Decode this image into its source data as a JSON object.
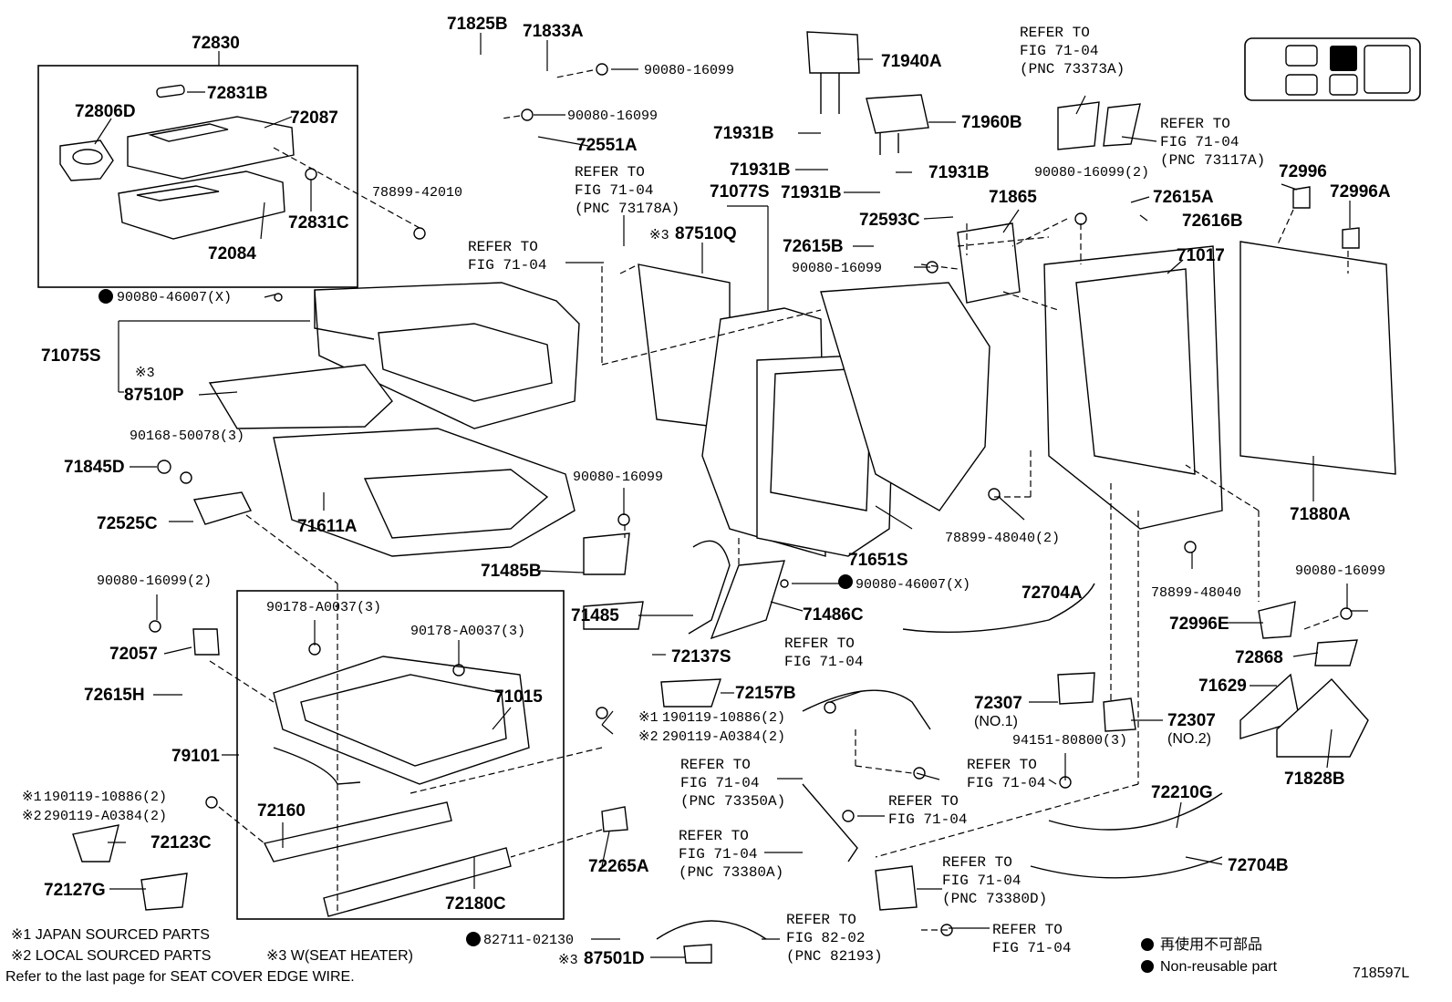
{
  "labels": {
    "l72830": "72830",
    "l72831B": "72831B",
    "l72806D": "72806D",
    "l72087": "72087",
    "l78899_42010": "78899-42010",
    "l72831C": "72831C",
    "l72084": "72084",
    "l71825B": "71825B",
    "l71833A": "71833A",
    "l90080_16099_a": "90080-16099",
    "l90080_16099_b": "90080-16099",
    "l72551A": "72551A",
    "l71940A": "71940A",
    "l71931B_a": "71931B",
    "l71960B": "71960B",
    "l71931B_b": "71931B",
    "l71931B_c": "71931B",
    "l71931B_d": "71931B",
    "l71077S": "71077S",
    "l87510Q": "87510Q",
    "l72593C": "72593C",
    "l71865": "71865",
    "l90080_16099_2a": "90080-16099(2)",
    "l72615A": "72615A",
    "l72616B": "72616B",
    "l72996": "72996",
    "l72996A": "72996A",
    "l72615B": "72615B",
    "l90080_16099_c": "90080-16099",
    "l71017": "71017",
    "l90080_46007X_a": "90080-46007(X)",
    "l71075S": "71075S",
    "l87510P": "87510P",
    "l90168_50078": "90168-50078(3)",
    "l71845D": "71845D",
    "l72525C": "72525C",
    "l71611A": "71611A",
    "l90080_16099_d": "90080-16099",
    "l71485B": "71485B",
    "l71651S": "71651S",
    "l78899_48040_2": "78899-48040(2)",
    "l71880A": "71880A",
    "l90080_16099_2b": "90080-16099(2)",
    "l90178_a": "90178-A0037(3)",
    "l90178_b": "90178-A0037(3)",
    "l72057": "72057",
    "l72615H": "72615H",
    "l71015": "71015",
    "l79101": "79101",
    "l71485": "71485",
    "l90080_46007X_b": "90080-46007(X)",
    "l71486C": "71486C",
    "l72704A": "72704A",
    "l78899_48040": "78899-48040",
    "l90080_16099_e": "90080-16099",
    "l72996E": "72996E",
    "l72868": "72868",
    "l72137S": "72137S",
    "l72157B": "72157B",
    "l90119_1a": "190119-10886(2)",
    "l90119_2a": "290119-A0384(2)",
    "l72307_1": "72307",
    "l72307_1n": "(NO.1)",
    "l94151": "94151-80800(3)",
    "l72307_2": "72307",
    "l72307_2n": "(NO.2)",
    "l71629": "71629",
    "l71828B": "71828B",
    "l90119_1b": "190119-10886(2)",
    "l90119_2b": "290119-A0384(2)",
    "l72160": "72160",
    "l72123C": "72123C",
    "l72127G": "72127G",
    "l72180C": "72180C",
    "l72265A": "72265A",
    "l72210G": "72210G",
    "l72704B": "72704B",
    "l82711": "82711-02130",
    "l87501D": "87501D",
    "l718597L": "718597L"
  },
  "refers": {
    "r1": [
      "REFER TO",
      "FIG 71-04",
      "(PNC 73373A)"
    ],
    "r2": [
      "REFER TO",
      "FIG 71-04",
      "(PNC 73117A)"
    ],
    "r3": [
      "REFER TO",
      "FIG 71-04",
      "(PNC 73178A)"
    ],
    "r4": [
      "REFER TO",
      "FIG 71-04"
    ],
    "r5": [
      "REFER TO",
      "FIG 71-04"
    ],
    "r6": [
      "REFER TO",
      "FIG 71-04",
      "(PNC 73350A)"
    ],
    "r7": [
      "REFER TO",
      "FIG 71-04"
    ],
    "r8": [
      "REFER TO",
      "FIG 71-04"
    ],
    "r9": [
      "REFER TO",
      "FIG 71-04",
      "(PNC 73380A)"
    ],
    "r10": [
      "REFER TO",
      "FIG 71-04",
      "(PNC 73380D)"
    ],
    "r11": [
      "REFER TO",
      "FIG 82-02",
      "(PNC 82193)"
    ],
    "r12": [
      "REFER TO",
      "FIG 71-04"
    ]
  },
  "marks": {
    "x1": "※1",
    "x2": "※2",
    "x3": "※3"
  },
  "notes": {
    "n1": "※1 JAPAN SOURCED PARTS",
    "n2": "※2 LOCAL SOURCED PARTS",
    "n3": "※3 W(SEAT HEATER)",
    "n4": "Refer to the last page for SEAT COVER EDGE WIRE.",
    "legend_jp": "再使用不可部品",
    "legend_en": "Non-reusable part"
  }
}
